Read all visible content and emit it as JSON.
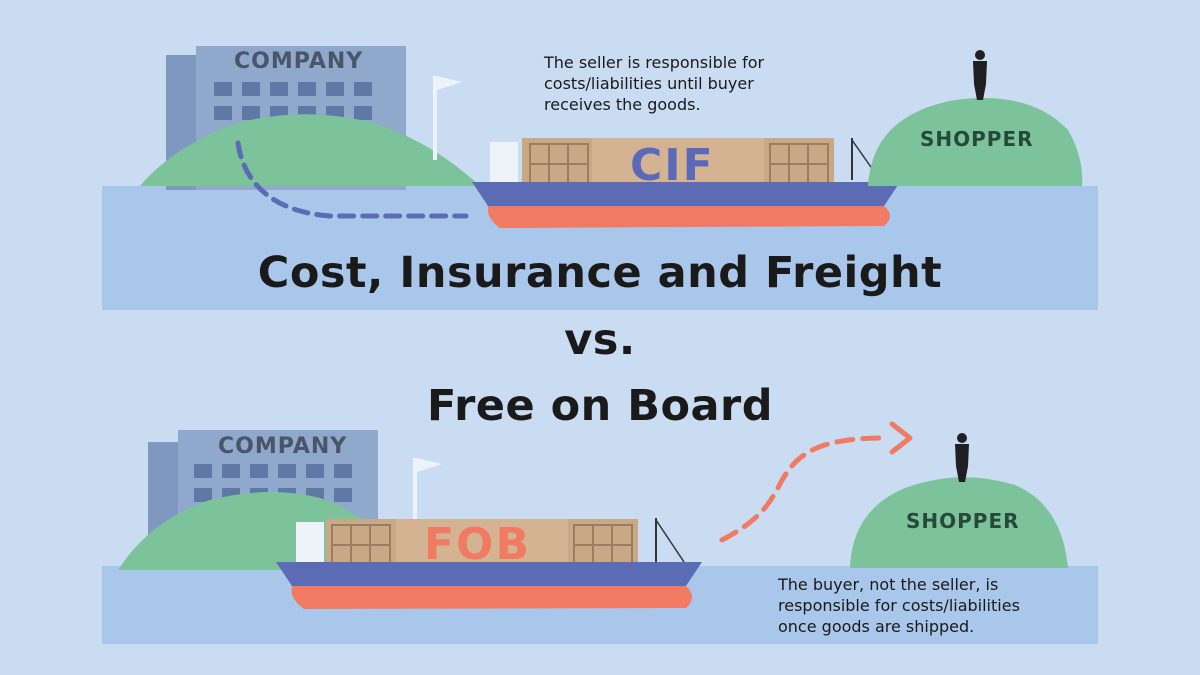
{
  "top_panel": {
    "company_label": "COMPANY",
    "shopper_label": "SHOPPER",
    "cargo_label": "CIF",
    "note": "The seller is responsible for\ncosts/liabilities until buyer\nreceives the goods."
  },
  "heading": {
    "line1": "Cost, Insurance and Freight",
    "line2": "vs.",
    "line3": "Free on Board"
  },
  "bottom_panel": {
    "company_label": "COMPANY",
    "shopper_label": "SHOPPER",
    "cargo_label": "FOB",
    "note": "The buyer, not the seller, is\nresponsible for costs/liabilities\nonce goods are shipped."
  },
  "colors": {
    "background": "#c9dcf2",
    "water": "#a9c7ea",
    "island": "#7cc39b",
    "building": "#8fa8cc",
    "hull": "#5c6cb4",
    "keel": "#f07a62",
    "container": "#c9a886",
    "cif_text": "#5a6ab8",
    "fob_text": "#f07a62",
    "seller_path": "#5c6cb4",
    "buyer_path": "#f07a62"
  },
  "icons": [
    "flag-icon",
    "person-icon",
    "ship-icon",
    "building-icon"
  ]
}
